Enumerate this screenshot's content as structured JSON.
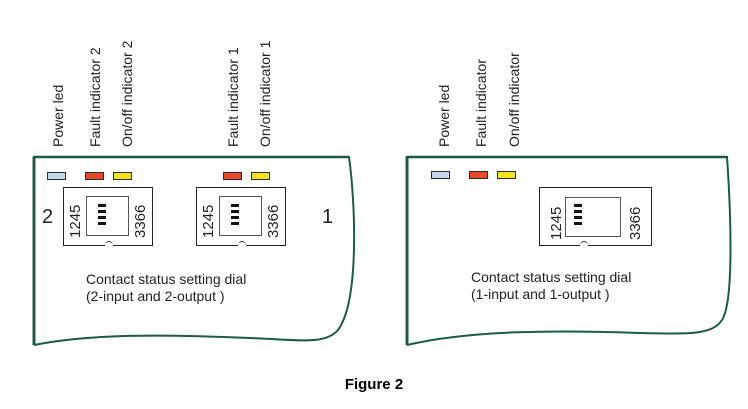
{
  "figure_caption": "Figure 2",
  "colors": {
    "frame": "#1a5c45",
    "power_led": "#c6d6ec",
    "fault_led": "#e8472a",
    "onoff_led": "#f2e41a"
  },
  "panels": [
    {
      "id": "two-channel",
      "labels": [
        "Power led",
        "Fault indicator 2",
        "On/off indicator 2",
        "Fault indicator 1",
        "On/off indicator 1"
      ],
      "dials": [
        {
          "channel": "2",
          "left_label": "1245",
          "right_label": "3366",
          "bar_count": 4
        },
        {
          "channel": "1",
          "left_label": "1245",
          "right_label": "3366",
          "bar_count": 4
        }
      ],
      "caption_line1": "Contact status setting dial",
      "caption_line2": "(2-input and 2-output )"
    },
    {
      "id": "one-channel",
      "labels": [
        "Power led",
        "Fault indicator",
        "On/off indicator"
      ],
      "dials": [
        {
          "left_label": "1245",
          "right_label": "3366",
          "bar_count": 4
        }
      ],
      "caption_line1": "Contact status setting dial",
      "caption_line2": "(1-input and 1-output )"
    }
  ]
}
